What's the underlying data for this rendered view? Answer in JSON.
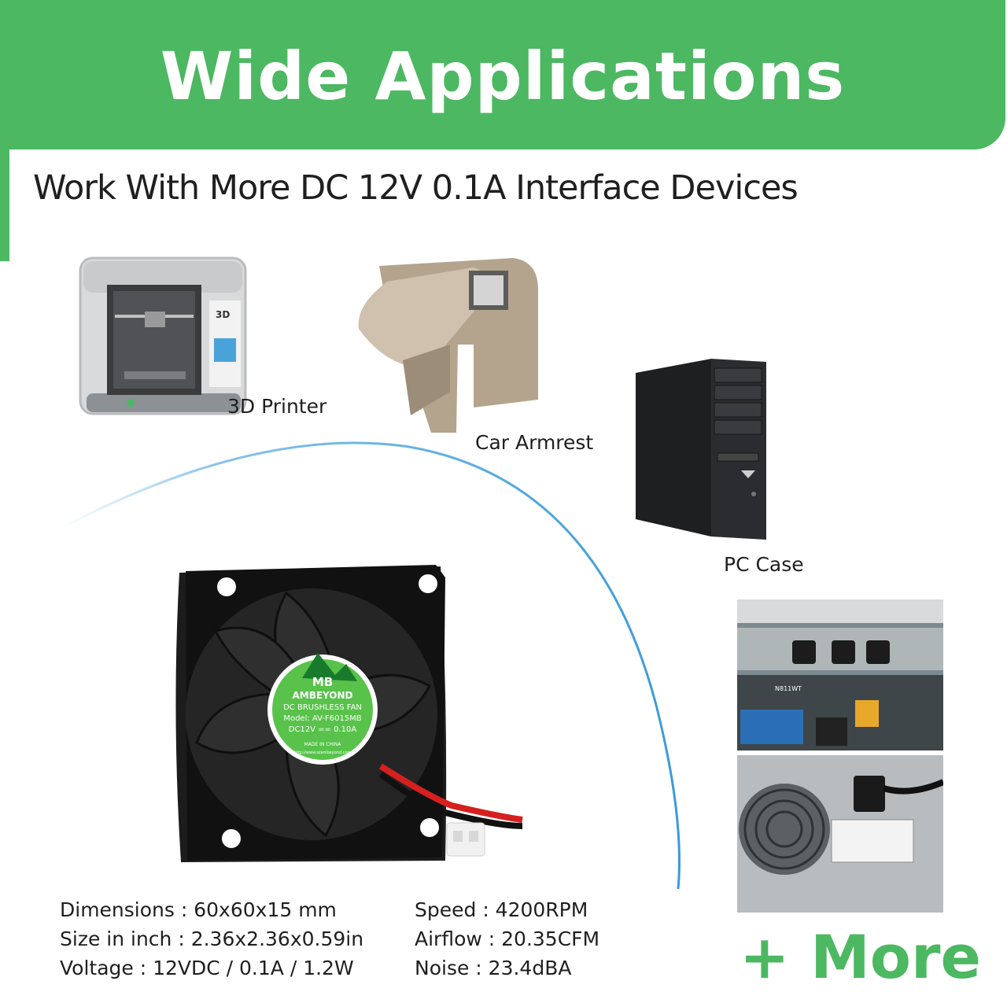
{
  "header": {
    "title": "Wide Applications",
    "subtitle": "Work With More DC 12V 0.1A Interface Devices"
  },
  "applications": [
    {
      "label": "3D Printer",
      "icon": "3d-printer-image"
    },
    {
      "label": "Car Armrest",
      "icon": "car-armrest-image"
    },
    {
      "label": "PC Case",
      "icon": "pc-case-image"
    }
  ],
  "fan_label": {
    "brand": "AMBEYOND",
    "logo": "MB",
    "type": "DC BRUSHLESS FAN",
    "model": "Model: AV-F6015MB",
    "rating": "DC12V == 0.10A",
    "origin": "MADE IN CHINA",
    "url": "http://www.szambeyond.com"
  },
  "specs_left": [
    "Dimensions : 60x60x15 mm",
    "Size in inch : 2.36x2.36x0.59in",
    "Voltage : 12VDC / 0.1A / 1.2W"
  ],
  "specs_right": [
    "Speed : 4200RPM",
    "Airflow : 20.35CFM",
    "Noise : 23.4dBA"
  ],
  "more_label": "+ More",
  "photo_text": {
    "aircraft_reg": "N811WT"
  },
  "colors": {
    "accent_green": "#4cb862",
    "arc_blue": "#3a9ad9"
  }
}
